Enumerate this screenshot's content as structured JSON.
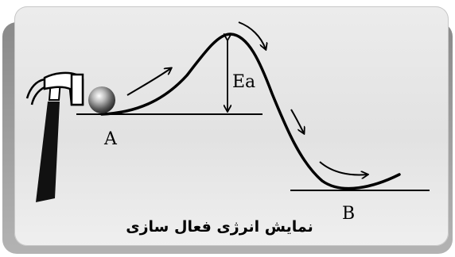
{
  "diagram": {
    "point_a_label": "A",
    "point_b_label": "B",
    "barrier_label": "Ea",
    "caption": "نمایش انرژی فعال سازی"
  },
  "icons": [
    "hammer-icon",
    "ball-icon"
  ],
  "colors": {
    "line": "#000000",
    "card": "#e6e6e6",
    "shadow": "#9a9a9a"
  }
}
